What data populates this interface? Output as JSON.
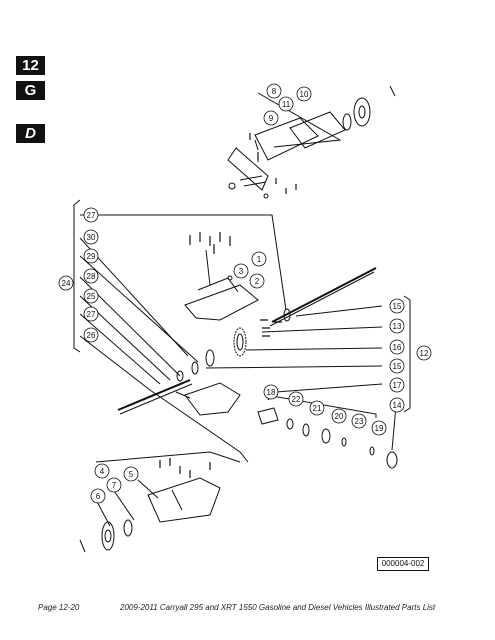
{
  "tabs": [
    "12",
    "G",
    "D"
  ],
  "reference_code": "000004-002",
  "footer": {
    "page": "Page 12-20",
    "title": "2009-2011 Carryall 295 and XRT 1550 Gasoline and Diesel Vehicles Illustrated Parts List"
  },
  "callouts": [
    "1",
    "2",
    "3",
    "4",
    "5",
    "6",
    "7",
    "8",
    "9",
    "10",
    "11",
    "12",
    "13",
    "14",
    "15",
    "15",
    "16",
    "18",
    "19",
    "20",
    "21",
    "22",
    "23",
    "24",
    "25",
    "26",
    "27",
    "27",
    "28",
    "29",
    "30",
    "17"
  ]
}
